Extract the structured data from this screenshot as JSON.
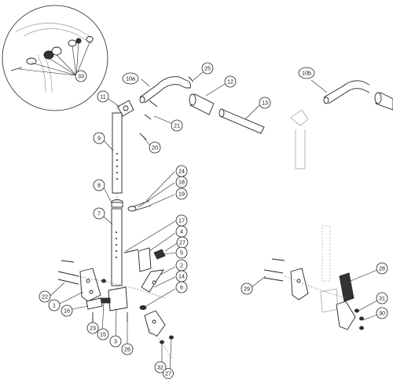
{
  "callouts": [
    {
      "id": "c25",
      "label": "25"
    },
    {
      "id": "c10a",
      "label": "10a"
    },
    {
      "id": "c12",
      "label": "12"
    },
    {
      "id": "c13",
      "label": "13"
    },
    {
      "id": "c11",
      "label": "11"
    },
    {
      "id": "c21",
      "label": "21"
    },
    {
      "id": "c9",
      "label": "9"
    },
    {
      "id": "c20",
      "label": "20"
    },
    {
      "id": "c24",
      "label": "24"
    },
    {
      "id": "c18",
      "label": "18"
    },
    {
      "id": "c8",
      "label": "8"
    },
    {
      "id": "c19",
      "label": "19"
    },
    {
      "id": "c7",
      "label": "7"
    },
    {
      "id": "c17",
      "label": "17"
    },
    {
      "id": "c4",
      "label": "4"
    },
    {
      "id": "c27a",
      "label": "27"
    },
    {
      "id": "c5",
      "label": "5"
    },
    {
      "id": "c2",
      "label": "2"
    },
    {
      "id": "c14",
      "label": "14"
    },
    {
      "id": "c6",
      "label": "6"
    },
    {
      "id": "c22",
      "label": "22"
    },
    {
      "id": "c1",
      "label": "1"
    },
    {
      "id": "c16",
      "label": "16"
    },
    {
      "id": "c23",
      "label": "23"
    },
    {
      "id": "c15",
      "label": "15"
    },
    {
      "id": "c3",
      "label": "3"
    },
    {
      "id": "c26",
      "label": "26"
    },
    {
      "id": "c32",
      "label": "32"
    },
    {
      "id": "c27b",
      "label": "27"
    },
    {
      "id": "c10b",
      "label": "10b"
    },
    {
      "id": "c28",
      "label": "28"
    },
    {
      "id": "c29",
      "label": "29"
    },
    {
      "id": "c31",
      "label": "31"
    },
    {
      "id": "c30",
      "label": "30"
    },
    {
      "id": "c33",
      "label": "33"
    }
  ]
}
